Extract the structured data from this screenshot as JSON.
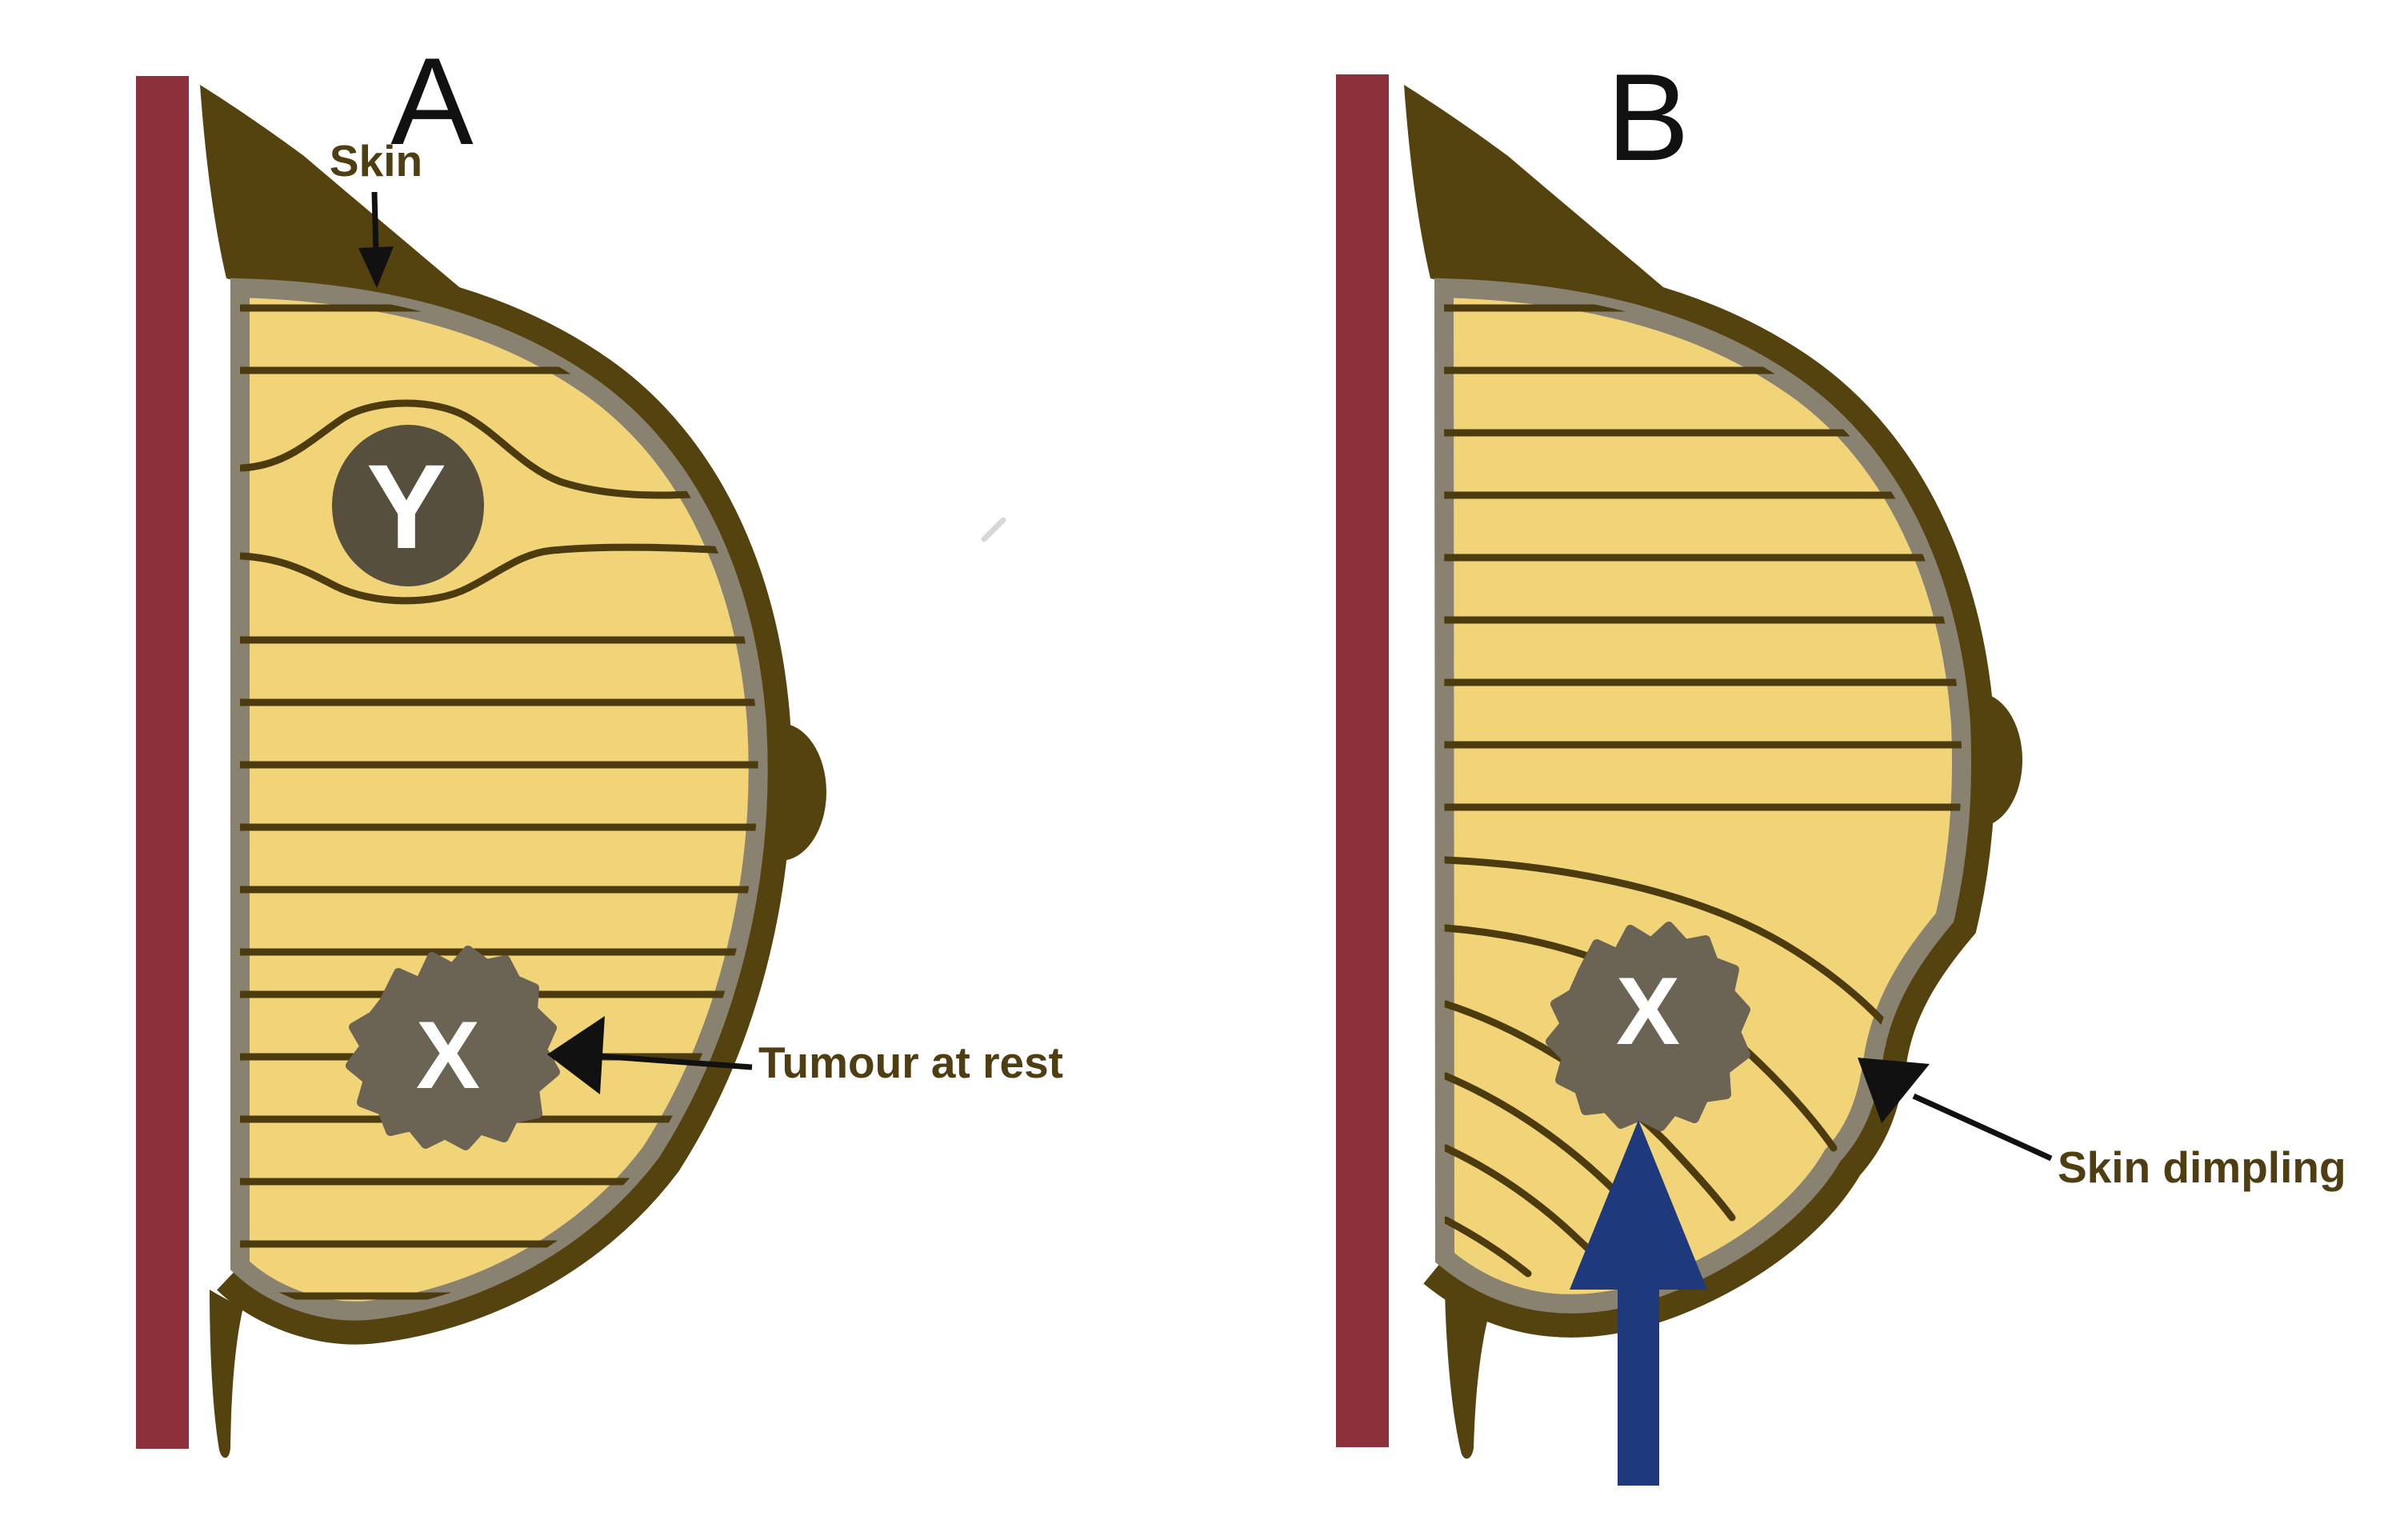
{
  "colors": {
    "chest_wall": "#8c313c",
    "skin_dark": "#55430f",
    "tissue_border": "#8a8270",
    "tissue_fill": "#f2d478",
    "stripe": "#4b3b0e",
    "node_fill": "#574f3e",
    "tumor_fill": "#6b6354",
    "label_olive": "#4e3e12",
    "label_black": "#111111",
    "arrow_black": "#111111",
    "pressure_blue": "#1e3a7d",
    "glyph_white": "#ffffff",
    "artifact_gray": "#c8c8c8"
  },
  "panel_a": {
    "label": "A",
    "skin_label": "Skin",
    "node_y_label": "Y",
    "node_x_label": "X",
    "tumour_label": "Tumour at rest"
  },
  "panel_b": {
    "label": "B",
    "node_x_label": "X",
    "dimpling_label": "Skin dimpling"
  }
}
